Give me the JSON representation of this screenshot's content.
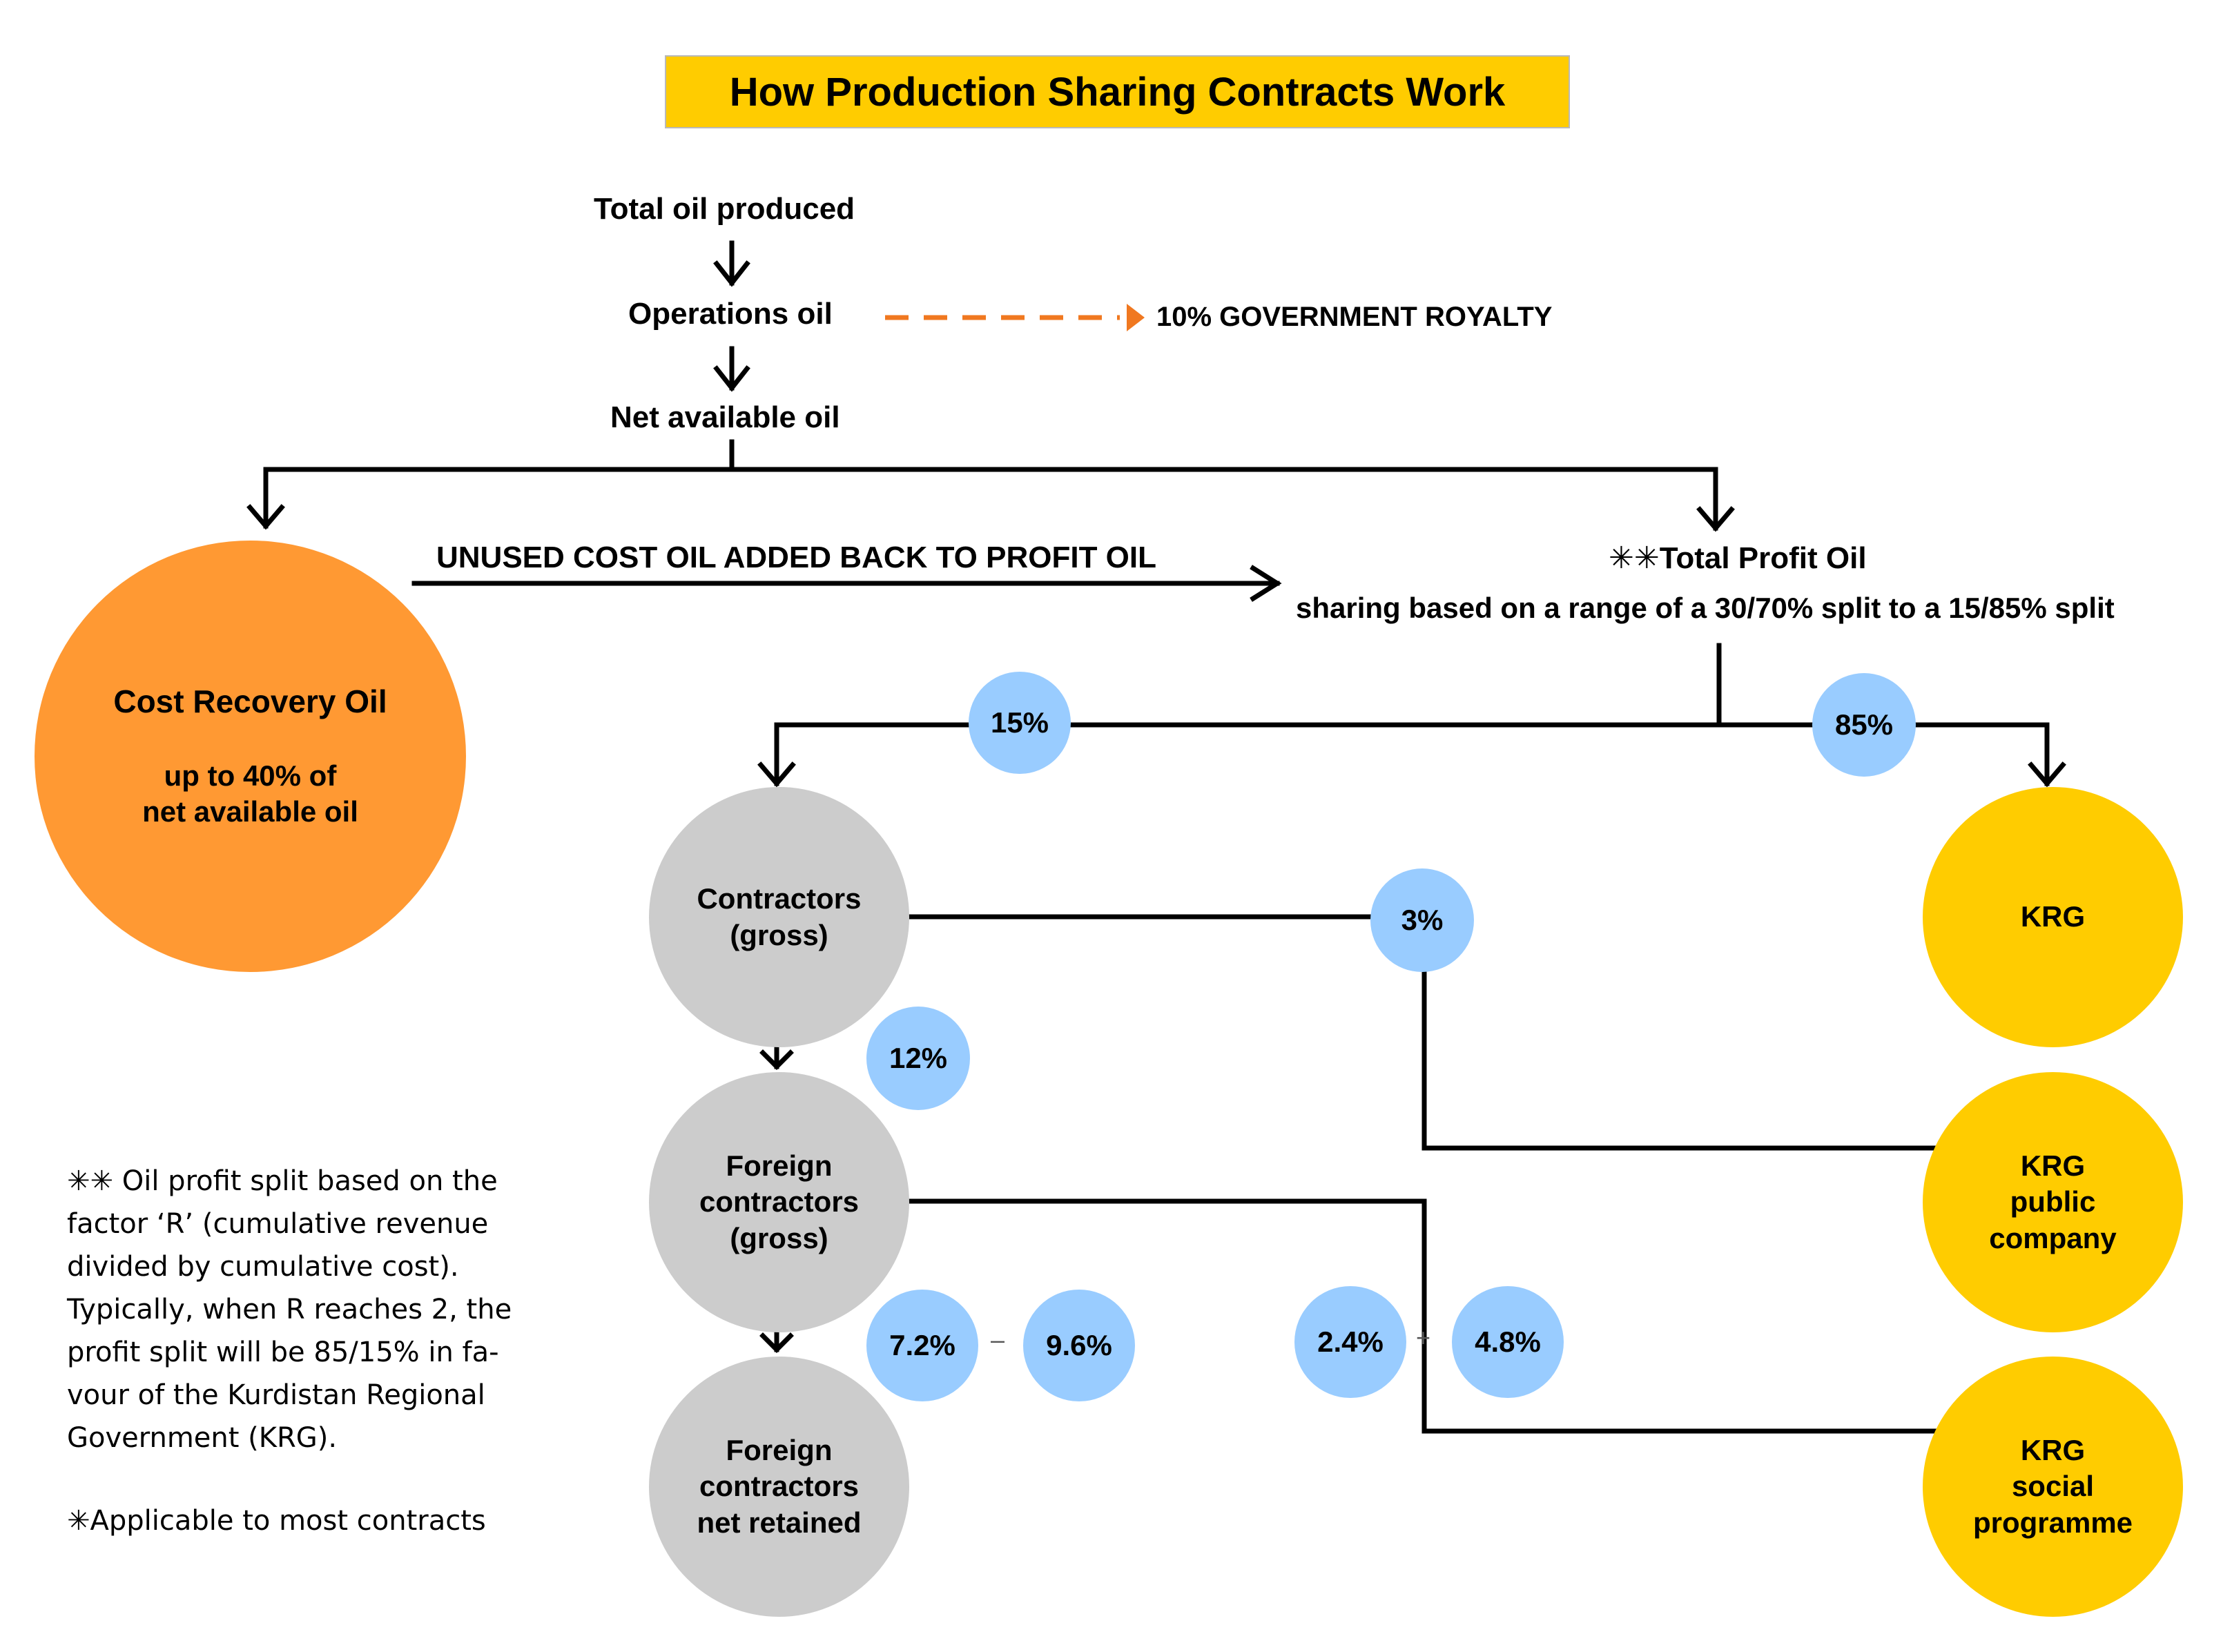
{
  "title": "How Production Sharing Contracts Work",
  "flow": {
    "total_oil": "Total oil produced",
    "operations_oil": "Operations oil",
    "royalty": "10% GOVERNMENT ROYALTY",
    "net_available": "Net available oil",
    "unused_cost": "UNUSED COST OIL ADDED BACK TO PROFIT OIL",
    "profit_oil": "✳✳Total Profit Oil",
    "sharing": "sharing based on a range of  a 30/70% split to a 15/85% split"
  },
  "cost_recovery": {
    "title": "Cost Recovery Oil",
    "line1": "up to 40% of",
    "line2": "net available oil"
  },
  "nodes": {
    "contractors_gross": [
      "Contractors",
      "(gross)"
    ],
    "foreign_gross": [
      "Foreign",
      "contractors",
      "(gross)"
    ],
    "foreign_net": [
      "Foreign",
      "contractors",
      "net retained"
    ],
    "krg": [
      "KRG"
    ],
    "krg_public": [
      "KRG",
      "public",
      "company"
    ],
    "krg_social": [
      "KRG",
      "social",
      "programme"
    ]
  },
  "percentages": {
    "p15": "15%",
    "p85": "85%",
    "p3": "3%",
    "p12": "12%",
    "p7_2": "7.2%",
    "p9_6": "9.6%",
    "p2_4": "2.4%",
    "p4_8": "4.8%",
    "dash": "–",
    "plus": "+"
  },
  "notes": {
    "line1": "✳✳ Oil profit split based on the",
    "line2": "factor ‘R’ (cumulative revenue",
    "line3": "divided by cumulative cost).",
    "line4": "Typically, when R reaches 2, the",
    "line5": "profit split will be 85/15% in fa-",
    "line6": "vour of the Kurdistan Regional",
    "line7": "Government (KRG).",
    "applicable": "✳Applicable to most contracts"
  },
  "colors": {
    "title_bg": "#FFCC00",
    "cost_recovery": "#FF9933",
    "grey_node": "#CCCCCC",
    "krg_node": "#FFCC00",
    "pct_bubble": "#99CCFF",
    "royalty_arrow": "#F07820"
  }
}
